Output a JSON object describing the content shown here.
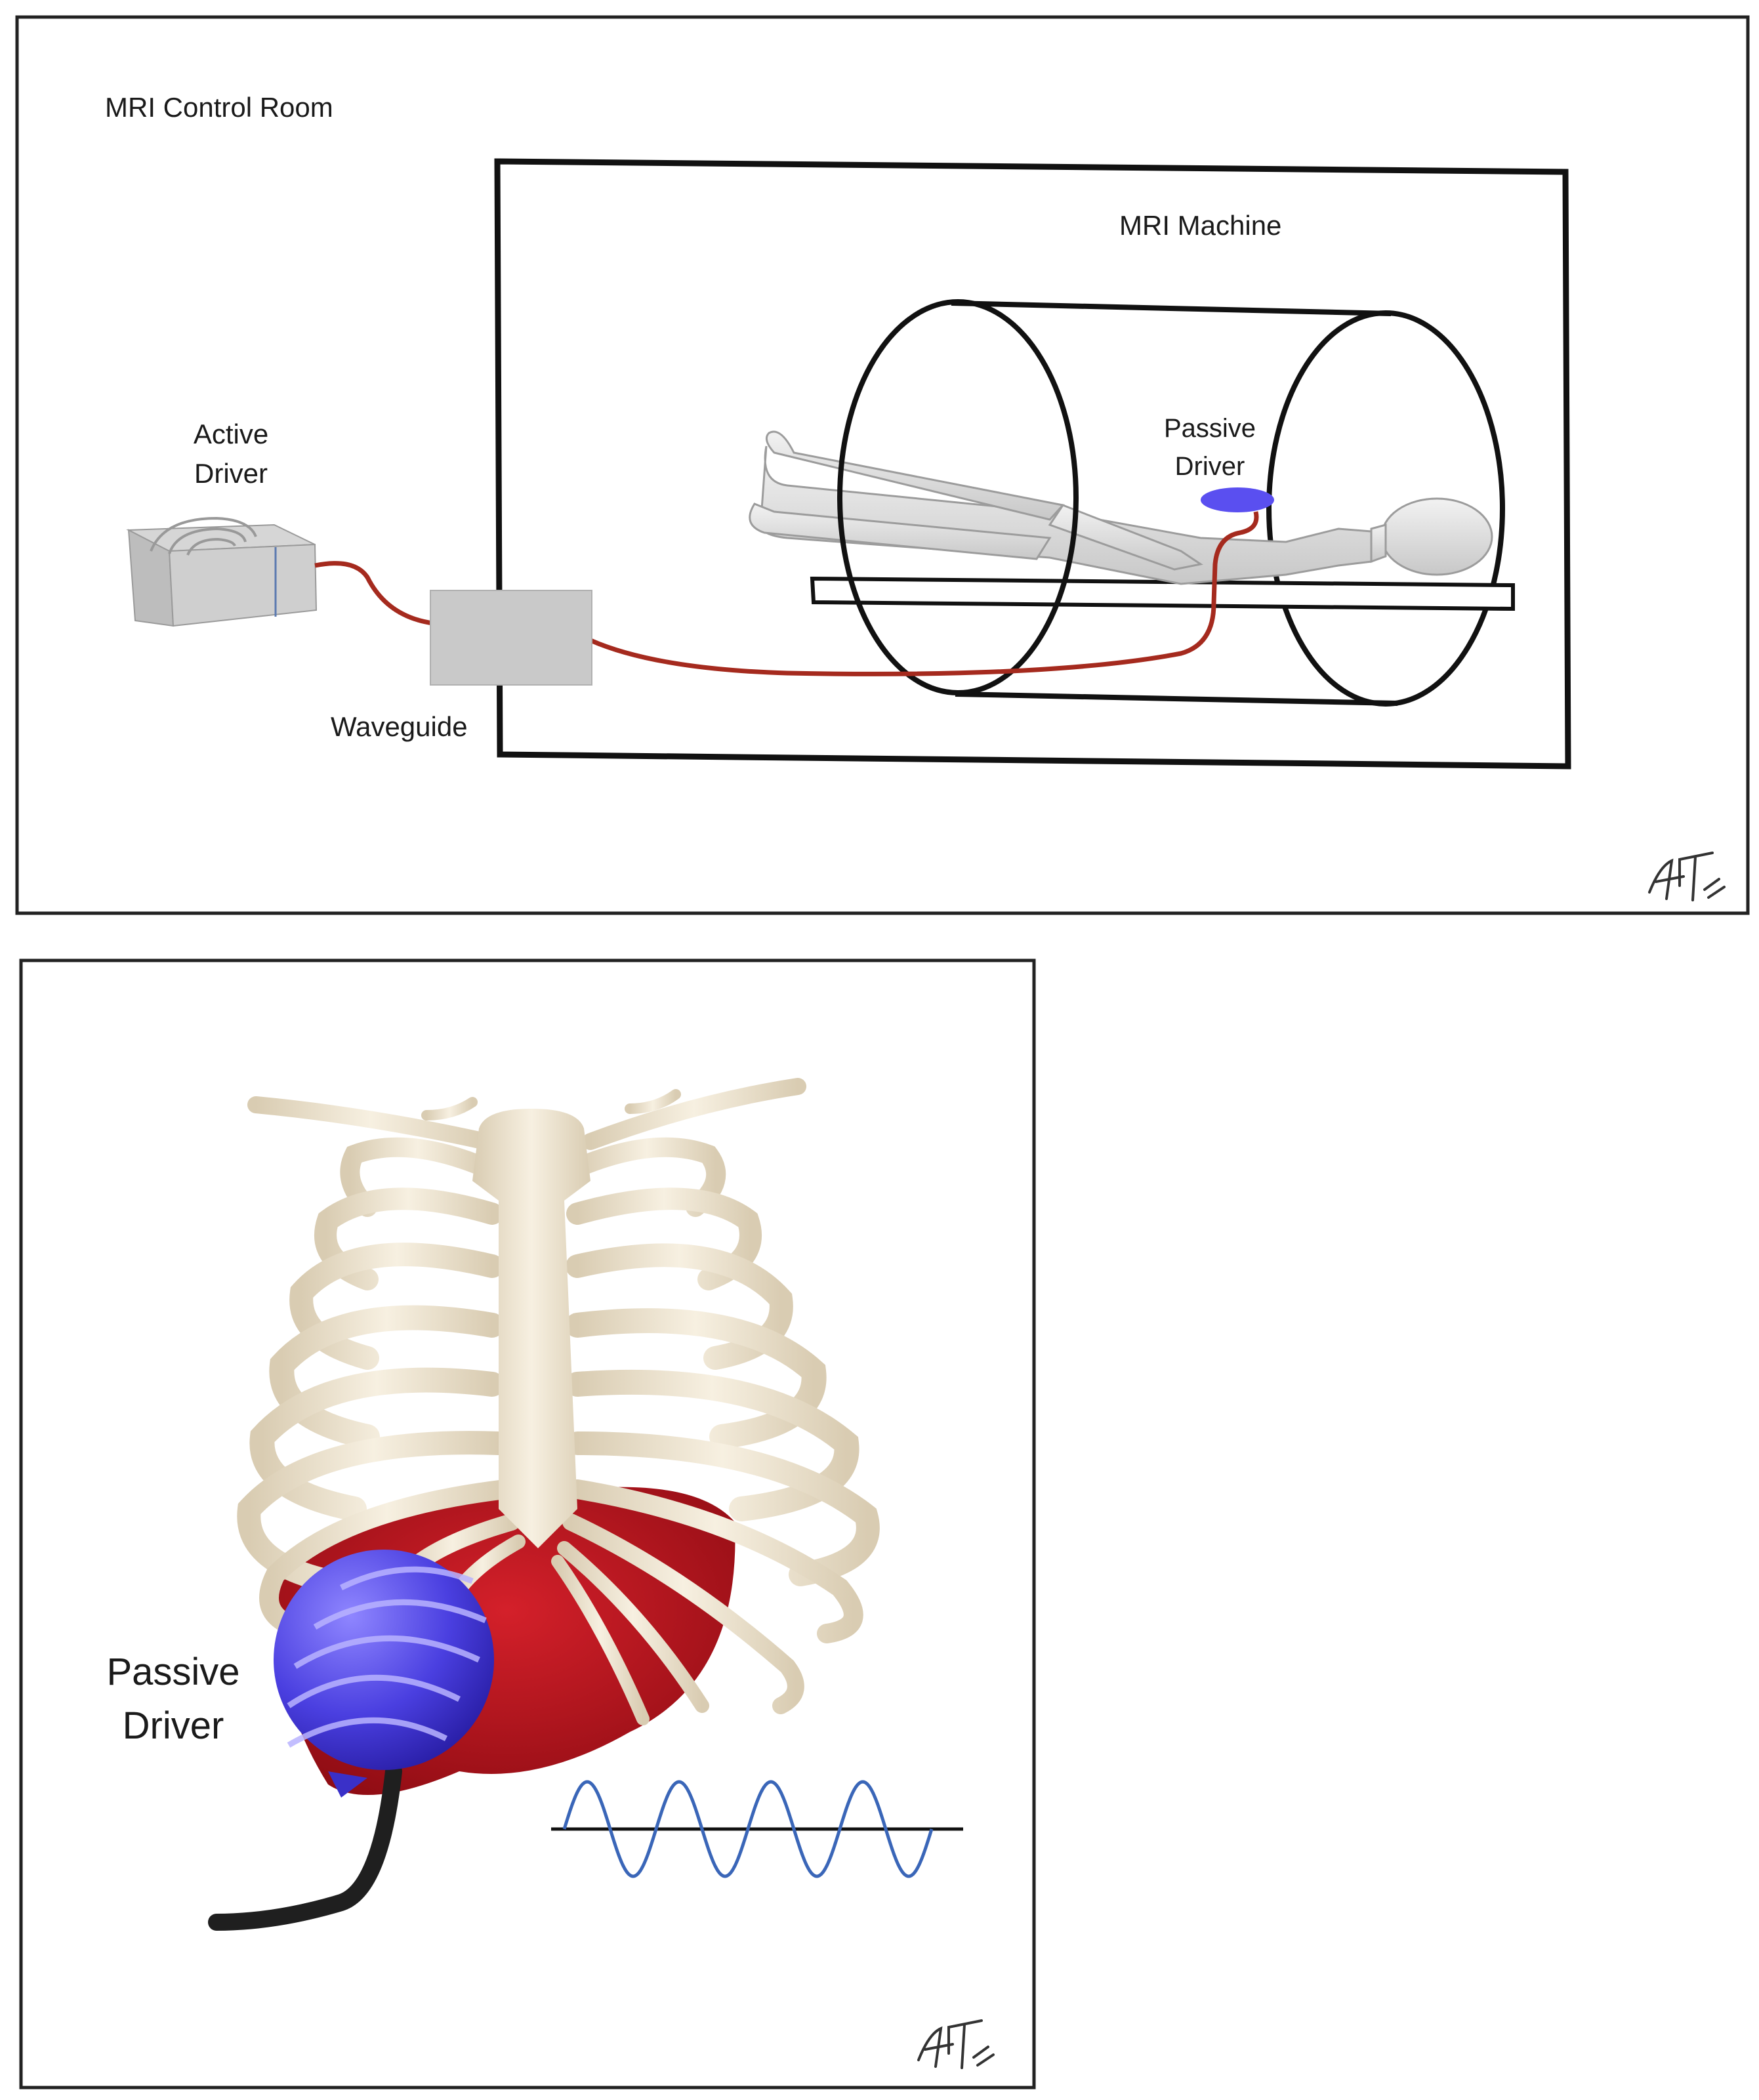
{
  "top_panel": {
    "room_label": "MRI Control Room",
    "machine_label": "MRI Machine",
    "active_driver_label": [
      "Active",
      "Driver"
    ],
    "waveguide_label": "Waveguide",
    "passive_driver_label": [
      "Passive",
      "Driver"
    ]
  },
  "bottom_panel": {
    "passive_driver_label": [
      "Passive",
      "Driver"
    ],
    "wave_cycles": 4
  },
  "colors": {
    "frame": "#222222",
    "cable": "#a52a1e",
    "passive_driver": "#5a4ff0",
    "box_gray": "#c9c9c9",
    "bone": "#efe6d2",
    "heart": "#b5121b",
    "wave": "#3a66b8"
  },
  "icons": {
    "signature": "signature-icon"
  }
}
